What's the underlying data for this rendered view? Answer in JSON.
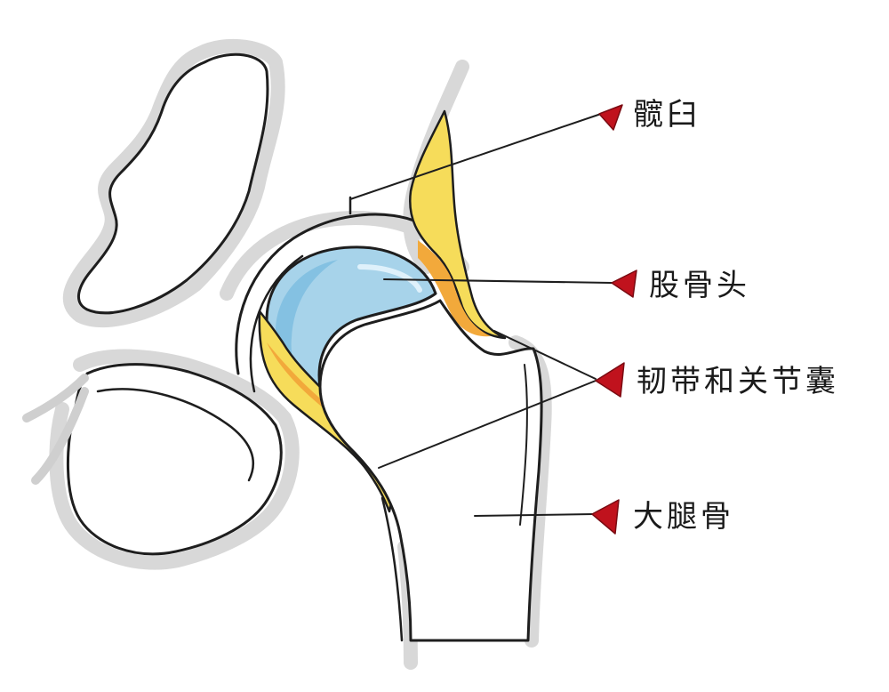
{
  "diagram": {
    "labels": [
      {
        "id": "acetabulum",
        "text": "髋臼"
      },
      {
        "id": "femoral-head",
        "text": "股骨头"
      },
      {
        "id": "ligaments-capsule",
        "text": "韧带和关节囊"
      },
      {
        "id": "femur",
        "text": "大腿骨"
      }
    ],
    "colors": {
      "outline": "#1e1e1e",
      "shadow": "#d9d9d9",
      "cartilage": "#a7d3ea",
      "cartilage_shade": "#7cbde0",
      "ligament_yellow": "#f6dc5a",
      "ligament_orange": "#f2a93b",
      "marker": "#c0121d"
    }
  }
}
